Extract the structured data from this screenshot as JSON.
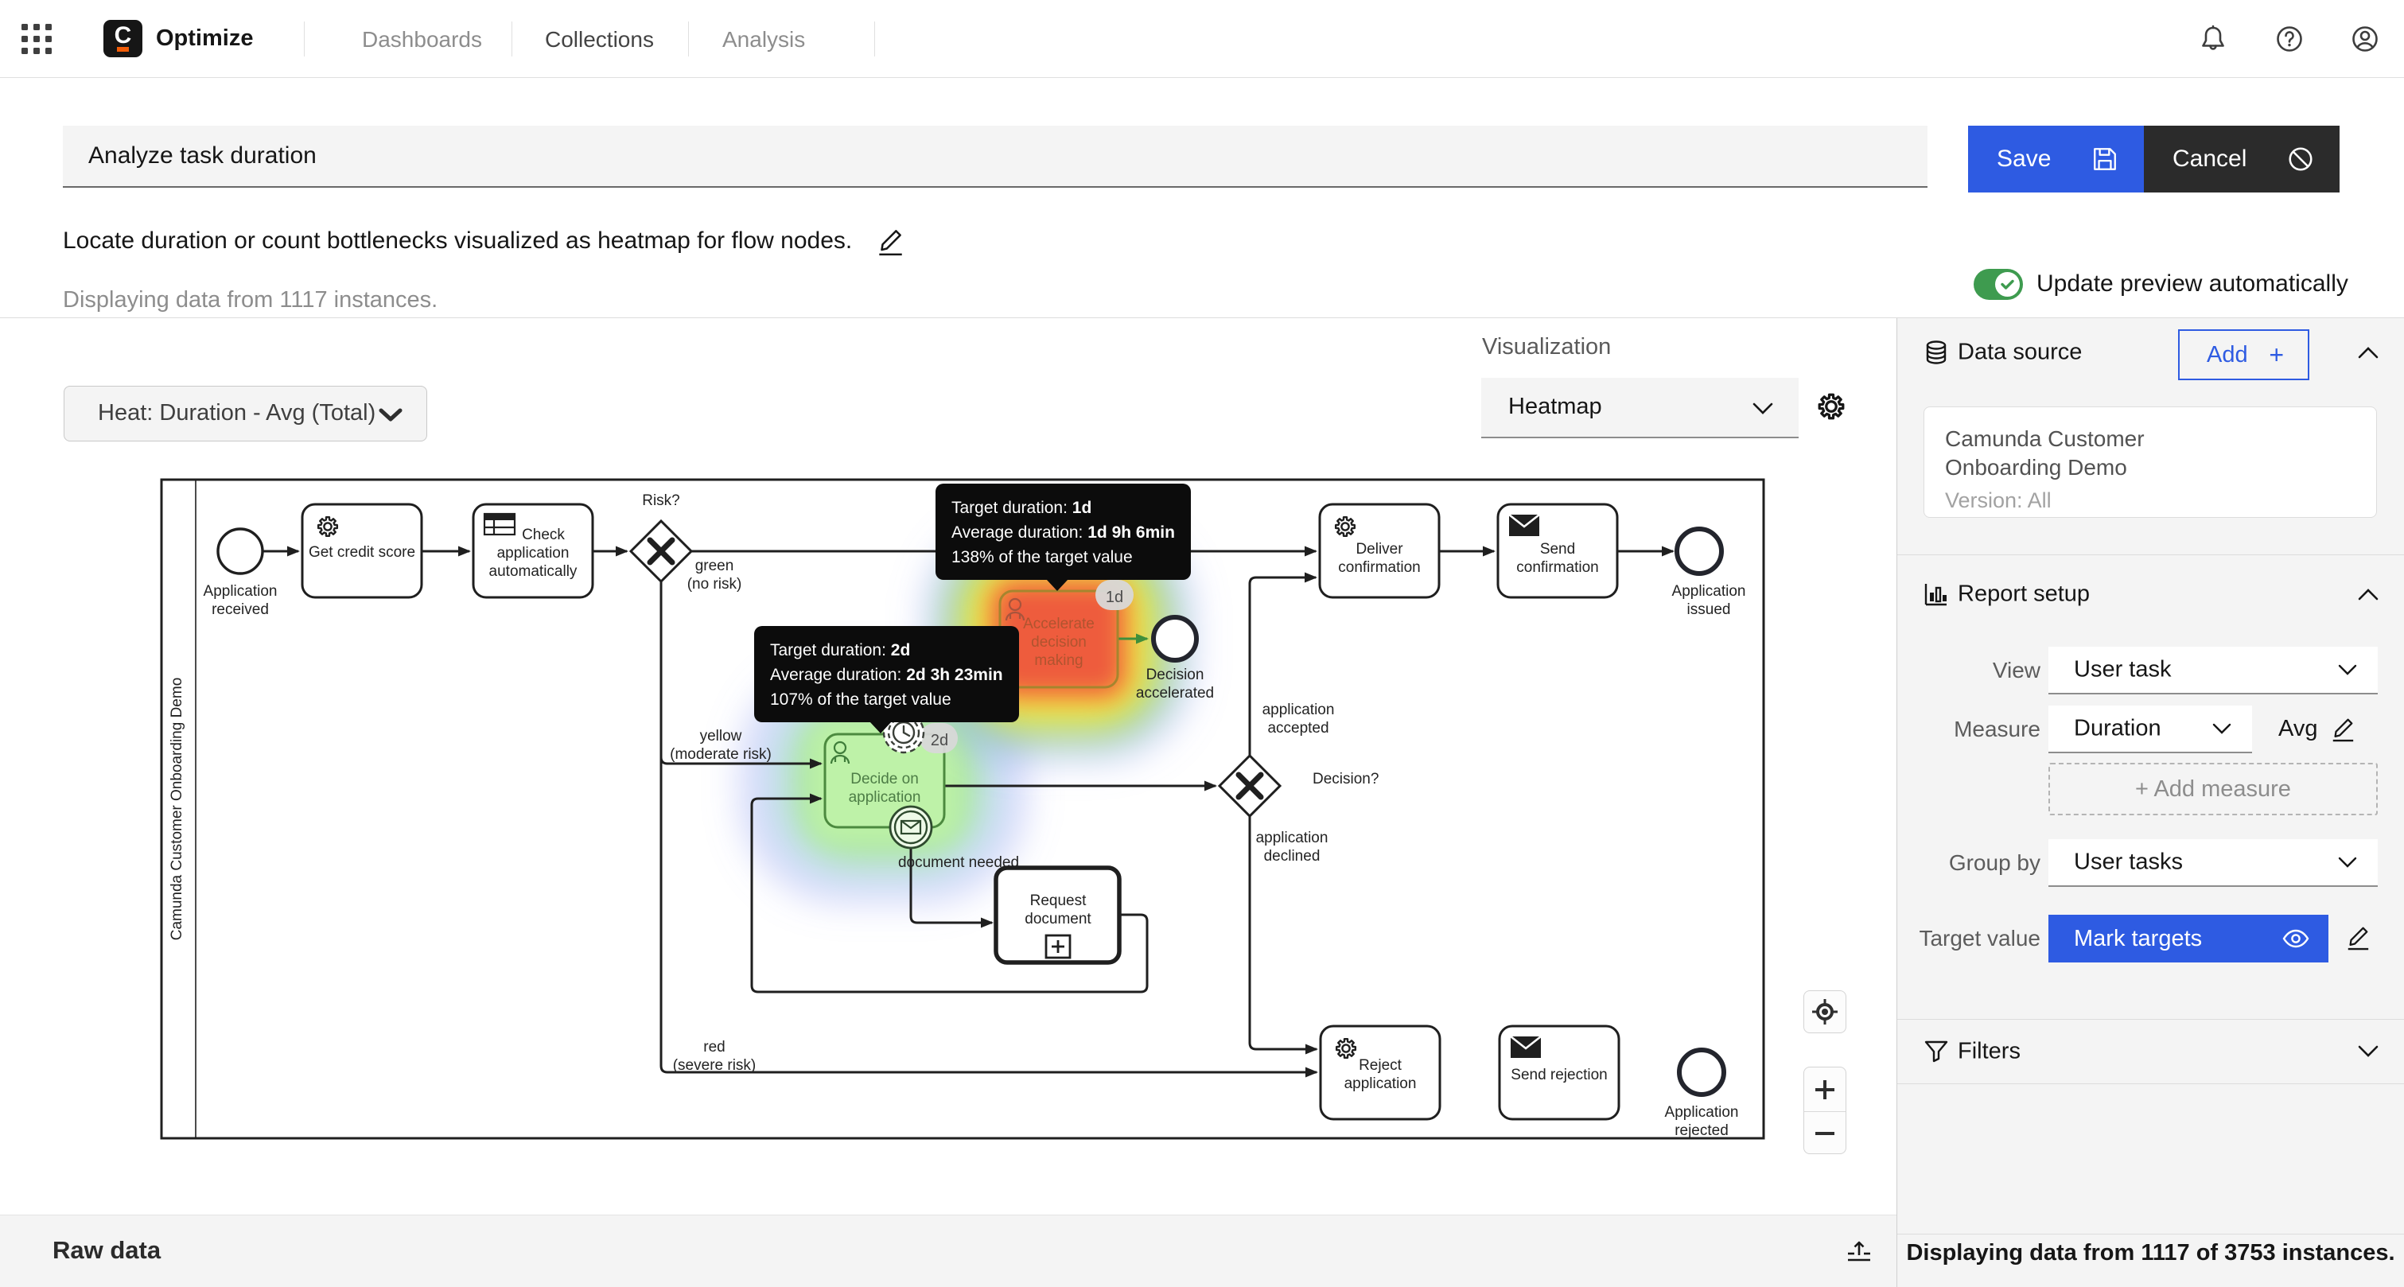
{
  "colors": {
    "accent": "#2e5be2",
    "cancel": "#2b2b2b",
    "toggle": "#3e9b4f",
    "heat_red": "#ee5b3d",
    "heat_yellow": "#f2ea4a",
    "heat_green": "#7fd64f",
    "heat_blue_glow": "#8c96f0",
    "decide_green": "#bef2a8"
  },
  "topbar": {
    "product": "Optimize",
    "logo_letter": "C",
    "tabs": [
      {
        "label": "Dashboards",
        "active": false
      },
      {
        "label": "Collections",
        "active": true
      },
      {
        "label": "Analysis",
        "active": false
      }
    ]
  },
  "report_header": {
    "name_value": "Analyze task duration",
    "save_label": "Save",
    "cancel_label": "Cancel",
    "description": "Locate duration or count bottlenecks visualized as heatmap for flow nodes.",
    "instance_note": "Displaying data from 1117 instances.",
    "auto_preview_label": "Update preview automatically"
  },
  "canvas": {
    "heat_dropdown_value": "Heat: Duration - Avg (Total)",
    "visualization_label": "Visualization",
    "visualization_value": "Heatmap",
    "raw_data_label": "Raw data"
  },
  "diagram": {
    "pool": "Camunda Customer Onboarding Demo",
    "nodes": {
      "start": [
        "Application",
        "received"
      ],
      "get_credit_score": [
        "Get credit score"
      ],
      "check_application": [
        "Check",
        "application",
        "automatically"
      ],
      "risk_gateway": [
        "Risk?"
      ],
      "accelerate": [
        "Accelerate",
        "decision",
        "making"
      ],
      "decision_accelerated": [
        "Decision",
        "accelerated"
      ],
      "decide": [
        "Decide on",
        "application"
      ],
      "request_document": [
        "Request",
        "document"
      ],
      "decision_gateway": [
        "Decision?"
      ],
      "deliver_confirmation": [
        "Deliver",
        "confirmation"
      ],
      "send_confirmation": [
        "Send",
        "confirmation"
      ],
      "application_issued": [
        "Application",
        "issued"
      ],
      "reject_application": [
        "Reject",
        "application"
      ],
      "send_rejection": [
        "Send rejection"
      ],
      "application_rejected": [
        "Application",
        "rejected"
      ]
    },
    "edge_labels": {
      "green": [
        "green",
        "(no risk)"
      ],
      "yellow": [
        "yellow",
        "(moderate risk)"
      ],
      "red": [
        "red",
        "(severe risk)"
      ],
      "accepted": [
        "application",
        "accepted"
      ],
      "declined": [
        "application",
        "declined"
      ],
      "document_needed": [
        "document needed"
      ]
    },
    "badges": {
      "accelerate": "1d",
      "decide": "2d"
    },
    "tooltips": {
      "accelerate": {
        "rows": [
          [
            "Target duration: ",
            "1d"
          ],
          [
            "Average duration: ",
            "1d 9h 6min"
          ],
          [
            "138% of the target value",
            ""
          ]
        ]
      },
      "decide": {
        "rows": [
          [
            "Target duration: ",
            "2d"
          ],
          [
            "Average duration: ",
            "2d 3h 23min"
          ],
          [
            "107% of the target value",
            ""
          ]
        ]
      }
    }
  },
  "sidebar": {
    "data_source": {
      "title": "Data source",
      "add_label": "Add",
      "add_plus": "+",
      "card_line1": "Camunda Customer",
      "card_line2": "Onboarding Demo",
      "version": "Version: All"
    },
    "report_setup": {
      "title": "Report setup",
      "view_label": "View",
      "view_value": "User task",
      "measure_label": "Measure",
      "measure_value": "Duration",
      "aggregation_value": "Avg",
      "add_measure_label": "+ Add measure",
      "group_by_label": "Group by",
      "group_by_value": "User tasks",
      "target_value_label": "Target value",
      "mark_targets_label": "Mark targets"
    },
    "filters": {
      "title": "Filters"
    },
    "footer_note": "Displaying data from 1117 of 3753 instances."
  }
}
